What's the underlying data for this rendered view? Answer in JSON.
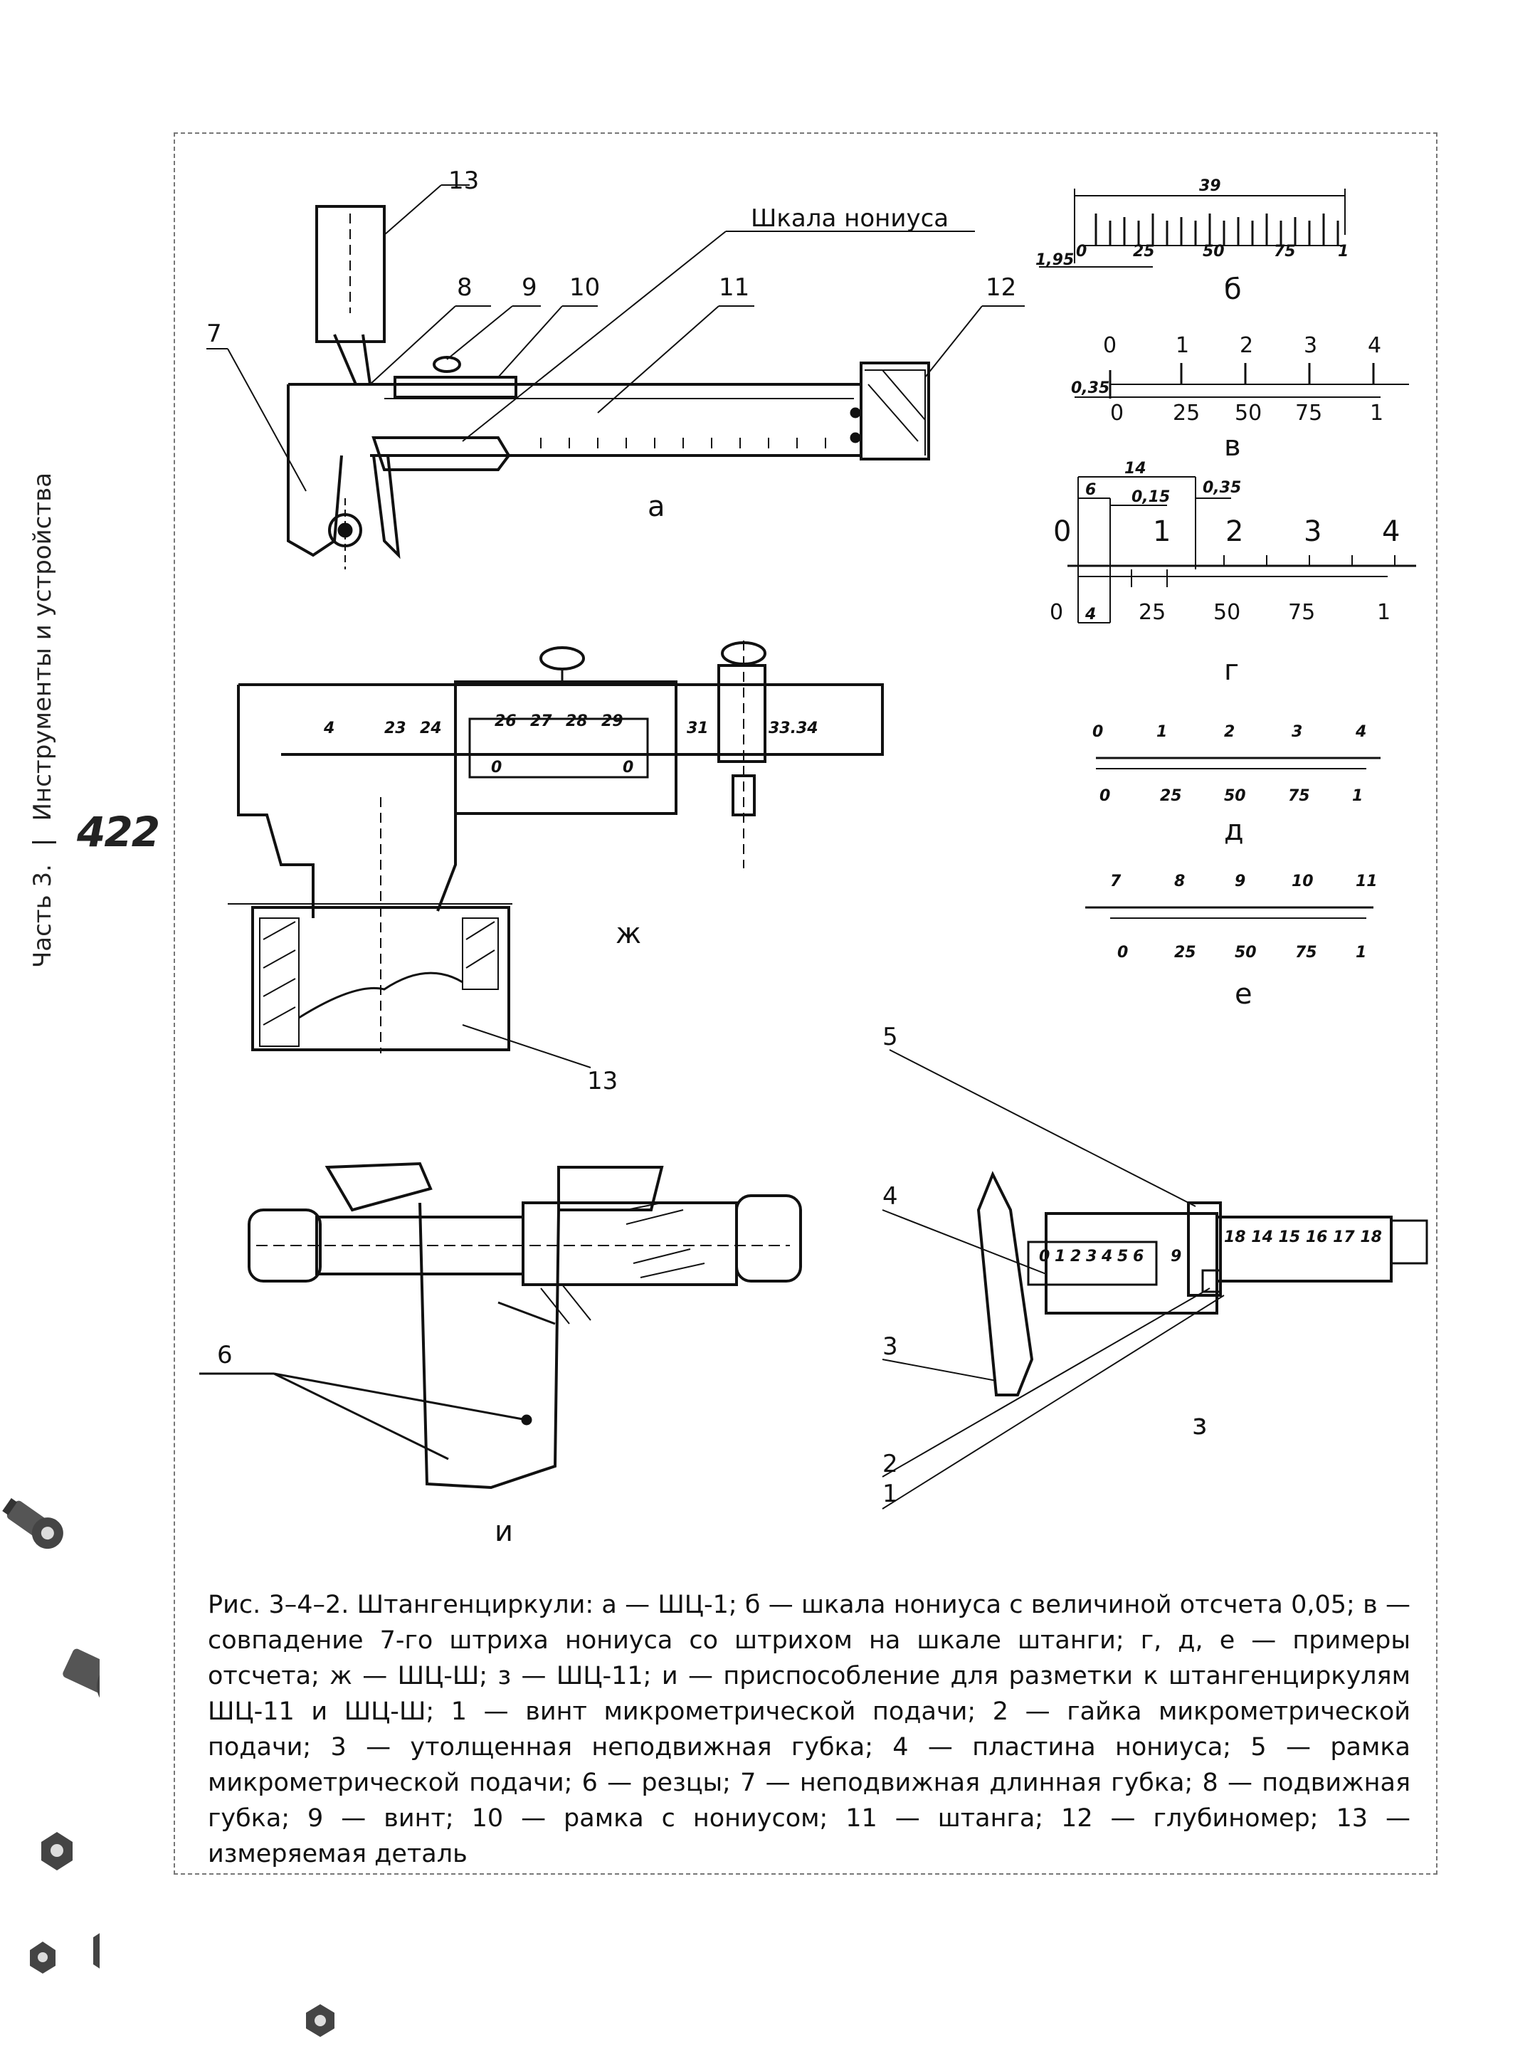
{
  "side": {
    "part": "Часть 3.",
    "section": "Инструменты и устройства",
    "page_number": "422"
  },
  "figure": {
    "panel_letters": {
      "a": "а",
      "b": "б",
      "v": "в",
      "g": "г",
      "d": "д",
      "e": "е",
      "zh": "ж",
      "z": "з",
      "i": "и"
    },
    "callouts_a": [
      "13",
      "8",
      "9",
      "10",
      "11",
      "12",
      "7"
    ],
    "scale_label": "Шкала нониуса",
    "b_scale": {
      "top": "39",
      "left": "1,95",
      "ticks": [
        "0",
        "25",
        "50",
        "75",
        "1"
      ]
    },
    "v_scale": {
      "main": [
        "0",
        "1",
        "2",
        "3",
        "4"
      ],
      "vernier": [
        "0",
        "25",
        "50",
        "75",
        "1"
      ],
      "offset": "0,35"
    },
    "g_scale": {
      "main": [
        "0",
        "1",
        "2",
        "3",
        "4"
      ],
      "vernier": [
        "0",
        "25",
        "50",
        "75",
        "1"
      ],
      "dims": [
        "14",
        "6",
        "0,15",
        "0,35",
        "4"
      ]
    },
    "d_scale": {
      "main": [
        "0",
        "1",
        "2",
        "3",
        "4"
      ],
      "vernier": [
        "0",
        "25",
        "50",
        "75",
        "1"
      ]
    },
    "e_scale": {
      "main": [
        "7",
        "8",
        "9",
        "10",
        "11"
      ],
      "vernier": [
        "0",
        "25",
        "50",
        "75",
        "1"
      ]
    },
    "zh_scale": [
      "4",
      "23",
      "24",
      "26",
      "27",
      "28",
      "29",
      "31",
      "33.34"
    ],
    "zh_vernier": [
      "0",
      "0"
    ],
    "zh_callout": "13",
    "z_callouts": [
      "5",
      "4",
      "3",
      "2",
      "1"
    ],
    "z_scale": [
      "0",
      "1",
      "2",
      "3",
      "4",
      "5",
      "6",
      "9"
    ],
    "z_bar": "18 14 15 16 17 18",
    "i_callout": "6"
  },
  "caption": "Рис. 3–4–2. Штангенциркули: а — ШЦ-1; б — шкала нониуса с величиной отсчета 0,05; в — совпадение 7-го штриха нониуса со штрихом на шкале штанги; г, д, е — примеры отсчета; ж — ШЦ-Ш; з — ШЦ-11; и — приспособление для разметки к штангенциркулям ШЦ-11 и ШЦ-Ш; 1 — винт микрометрической подачи; 2 — гайка микрометрической подачи; 3 — утолщенная неподвижная губка; 4 — пластина нониуса; 5 — рамка микрометрической подачи; 6 — резцы; 7 — неподвижная длинная губка; 8 — подвижная губка; 9 — винт; 10 — рамка с нониусом; 11 — штанга; 12 — глубиномер; 13 — измеряемая деталь"
}
